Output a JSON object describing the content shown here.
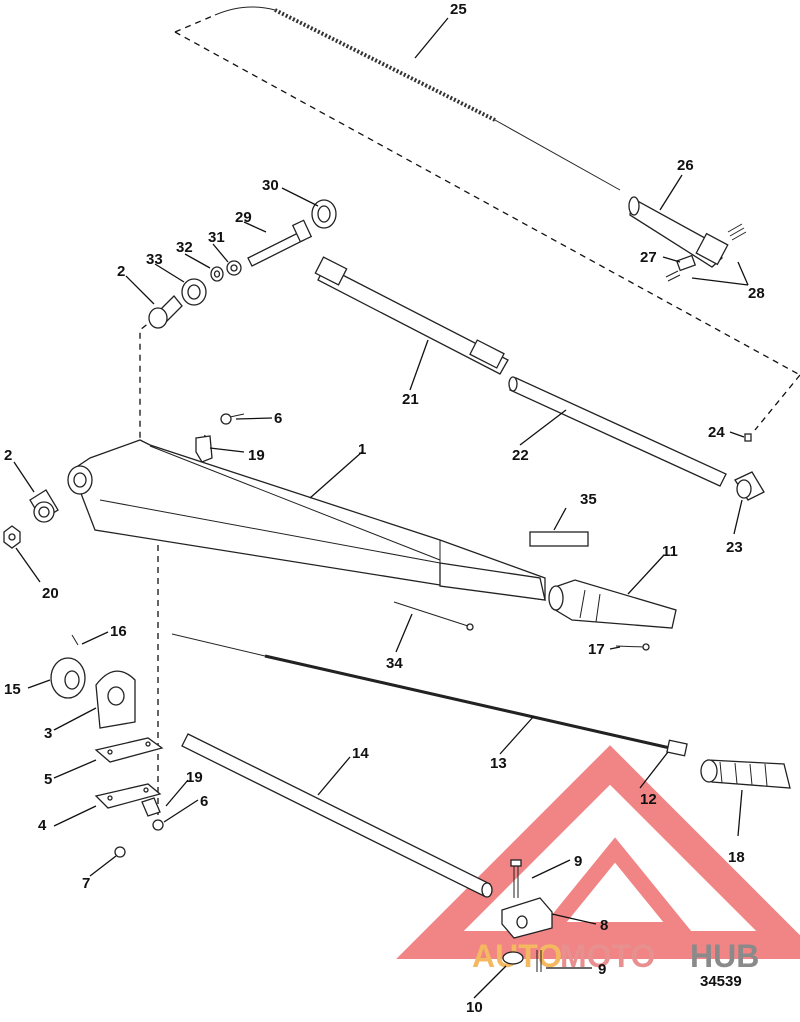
{
  "diagram": {
    "figure_number": "34539",
    "watermark": {
      "text_auto": "AUTO",
      "text_moto": "MOTO",
      "text_hub": "HUB",
      "colors": {
        "auto": "#f4b860",
        "moto": "#e89090",
        "hub": "#8a8a8a",
        "triangle": "#ef6f6f"
      }
    },
    "callouts": [
      {
        "id": "c25",
        "label": "25"
      },
      {
        "id": "c26",
        "label": "26"
      },
      {
        "id": "c27",
        "label": "27"
      },
      {
        "id": "c28",
        "label": "28"
      },
      {
        "id": "c30",
        "label": "30"
      },
      {
        "id": "c29",
        "label": "29"
      },
      {
        "id": "c31",
        "label": "31"
      },
      {
        "id": "c32",
        "label": "32"
      },
      {
        "id": "c33",
        "label": "33"
      },
      {
        "id": "c2a",
        "label": "2"
      },
      {
        "id": "c21",
        "label": "21"
      },
      {
        "id": "c22",
        "label": "22"
      },
      {
        "id": "c24",
        "label": "24"
      },
      {
        "id": "c23",
        "label": "23"
      },
      {
        "id": "c6a",
        "label": "6"
      },
      {
        "id": "c19a",
        "label": "19"
      },
      {
        "id": "c1",
        "label": "1"
      },
      {
        "id": "c2b",
        "label": "2"
      },
      {
        "id": "c20",
        "label": "20"
      },
      {
        "id": "c35",
        "label": "35"
      },
      {
        "id": "c11",
        "label": "11"
      },
      {
        "id": "c16",
        "label": "16"
      },
      {
        "id": "c34",
        "label": "34"
      },
      {
        "id": "c17",
        "label": "17"
      },
      {
        "id": "c15",
        "label": "15"
      },
      {
        "id": "c3",
        "label": "3"
      },
      {
        "id": "c13",
        "label": "13"
      },
      {
        "id": "c14",
        "label": "14"
      },
      {
        "id": "c5",
        "label": "5"
      },
      {
        "id": "c19b",
        "label": "19"
      },
      {
        "id": "c6b",
        "label": "6"
      },
      {
        "id": "c12",
        "label": "12"
      },
      {
        "id": "c4",
        "label": "4"
      },
      {
        "id": "c18",
        "label": "18"
      },
      {
        "id": "c7",
        "label": "7"
      },
      {
        "id": "c9a",
        "label": "9"
      },
      {
        "id": "c8",
        "label": "8"
      },
      {
        "id": "c9b",
        "label": "9"
      },
      {
        "id": "c10",
        "label": "10"
      }
    ]
  }
}
